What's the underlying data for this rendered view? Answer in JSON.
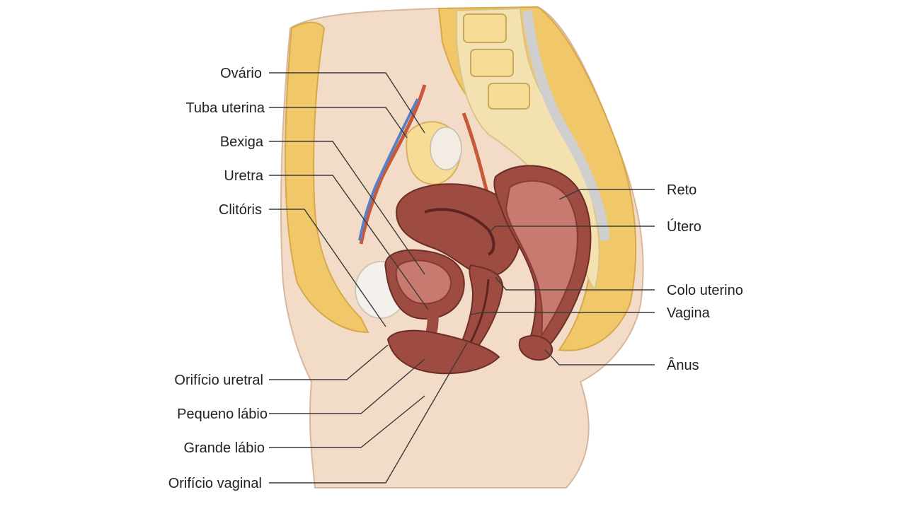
{
  "colors": {
    "skin": "#f2dcc8",
    "fat": "#f0c86a",
    "fat_light": "#f7dc95",
    "muscle": "#9e4b42",
    "muscle_inner": "#c87a70",
    "bone": "#f3e2b0",
    "vein": "#5b7fc4",
    "artery": "#c8583a",
    "bladder_cartilage": "#f4f1ec",
    "leader": "#3a3a3a",
    "text": "#222222"
  },
  "labels": {
    "left": {
      "ovario": "Ovário",
      "tuba_uterina": "Tuba uterina",
      "bexiga": "Bexiga",
      "uretra": "Uretra",
      "clitoris": "Clitóris",
      "orificio_uretral": "Orifício uretral",
      "pequeno_labio": "Pequeno lábio",
      "grande_labio": "Grande lábio",
      "orificio_vaginal": "Orifício vaginal"
    },
    "right": {
      "reto": "Reto",
      "utero": "Útero",
      "colo_uterino": "Colo uterino",
      "vagina": "Vagina",
      "anus": "Ânus"
    }
  }
}
